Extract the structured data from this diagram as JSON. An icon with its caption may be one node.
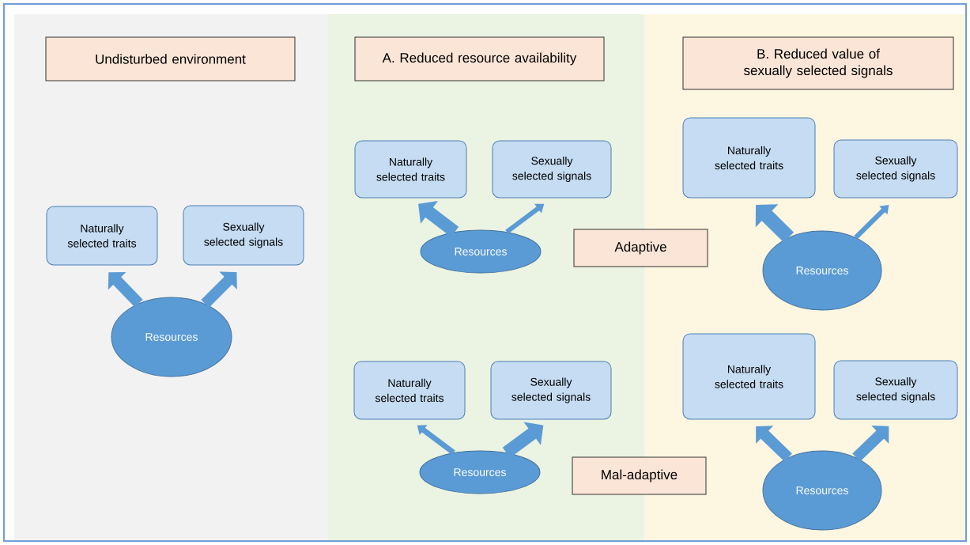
{
  "diagram": {
    "nodes": [
      {
        "text": [],
        "shape": "band"
      },
      {
        "text": [],
        "shape": "band"
      },
      {
        "text": [],
        "shape": "band"
      },
      {
        "text": [
          "Undisturbed environment"
        ],
        "in": 0
      },
      {
        "text": [
          "Naturally selected traits"
        ],
        "in": 0
      },
      {
        "text": [
          "Sexually selected signals"
        ],
        "in": 0
      },
      {
        "text": [
          "Resources"
        ],
        "in": 0
      },
      {
        "text": [
          "A. Reduced resource availability"
        ],
        "in": 1
      },
      {
        "text": [
          "Naturally selected traits"
        ],
        "in": 1
      },
      {
        "text": [
          "Sexually selected signals"
        ],
        "in": 1
      },
      {
        "text": [
          "Resources"
        ],
        "in": 1
      },
      {
        "text": [
          "Adaptive"
        ]
      },
      {
        "text": [
          "Naturally selected traits"
        ],
        "in": 1
      },
      {
        "text": [
          "Sexually selected signals"
        ],
        "in": 1
      },
      {
        "text": [
          "Resources"
        ],
        "in": 1
      },
      {
        "text": [
          "Mal-adaptive"
        ]
      },
      {
        "text": [
          "B. Reduced value of sexually selected signals"
        ],
        "in": 2
      },
      {
        "text": [
          "Naturally selected traits"
        ],
        "in": 2
      },
      {
        "text": [
          "Sexually selected signals"
        ],
        "in": 2
      },
      {
        "text": [
          "Resources"
        ],
        "in": 2
      },
      {
        "text": [
          "Naturally selected traits"
        ],
        "in": 2
      },
      {
        "text": [
          "Sexually selected signals"
        ],
        "in": 2
      },
      {
        "text": [
          "Resources"
        ],
        "in": 2
      }
    ],
    "edges": [
      {
        "from": 6,
        "to": 4,
        "arrow": "to"
      },
      {
        "from": 6,
        "to": 5,
        "arrow": "to"
      },
      {
        "from": 10,
        "to": 8,
        "arrow": "to"
      },
      {
        "from": 10,
        "to": 9,
        "arrow": "to"
      },
      {
        "from": 14,
        "to": 12,
        "arrow": "to"
      },
      {
        "from": 14,
        "to": 13,
        "arrow": "to"
      },
      {
        "from": 19,
        "to": 17,
        "arrow": "to"
      },
      {
        "from": 19,
        "to": 18,
        "arrow": "to"
      },
      {
        "from": 22,
        "to": 20,
        "arrow": "to"
      },
      {
        "from": 22,
        "to": 21,
        "arrow": "to"
      }
    ]
  }
}
